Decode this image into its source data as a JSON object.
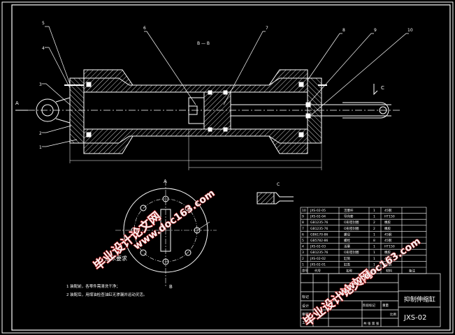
{
  "view_labels": {
    "section_bb": "B — B",
    "arrow_a_left": "A",
    "arrow_c": "C",
    "arrow_a_bottom": "A",
    "arrow_b_bottom": "B",
    "arrow_c_detail": "C"
  },
  "callouts": [
    "5",
    "4",
    "3",
    "2",
    "1",
    "6",
    "7",
    "8",
    "9",
    "10"
  ],
  "tech_requirements": {
    "heading": "技术要求",
    "items": [
      "1 装配前，各零件需清洗干净；",
      "2 装配后，用煤油检查油缸无渗漏并运动灵活。"
    ]
  },
  "parts_list": {
    "rows": [
      [
        "10",
        "JXS-02-05",
        "活塞杆",
        "1",
        "45钢",
        ""
      ],
      [
        "9",
        "JXS-02-04",
        "导向套",
        "1",
        "HT150",
        ""
      ],
      [
        "8",
        "GB1235-76",
        "O形密封圈",
        "2",
        "橡胶",
        ""
      ],
      [
        "7",
        "GB1235-76",
        "O形密封圈",
        "2",
        "橡胶",
        ""
      ],
      [
        "6",
        "GB6170-86",
        "螺母",
        "1",
        "45钢",
        ""
      ],
      [
        "5",
        "GB5782-86",
        "螺栓",
        "8",
        "45钢",
        ""
      ],
      [
        "4",
        "JXS-02-03",
        "活塞",
        "1",
        "HT150",
        ""
      ],
      [
        "3",
        "GB1235-76",
        "O形密封圈",
        "1",
        "橡胶",
        ""
      ],
      [
        "2",
        "JXS-02-02",
        "缸筒",
        "1",
        "45钢",
        ""
      ],
      [
        "1",
        "JXS-02-01",
        "缸盖",
        "1",
        "45钢",
        ""
      ]
    ],
    "header": [
      "序号",
      "代号",
      "名称",
      "数量",
      "材料",
      "备注"
    ]
  },
  "title_block": {
    "part_name": "抑制伸缩缸",
    "drawing_no": "JXS-02",
    "row_labels": [
      "标记",
      "设计",
      "审核",
      "工艺"
    ],
    "stage_labels": [
      "阶段标记",
      "重量",
      "比例"
    ],
    "sheet_label": "共 张 第 张"
  },
  "watermarks": {
    "cn": "毕业设计论文网",
    "url": "www.doc163.com"
  },
  "colors": {
    "background": "#000000",
    "line": "#ffffff",
    "hatch": "#cfcfcf",
    "watermark_fill": "#f2f2f2",
    "watermark_stroke": "#d11a1a"
  }
}
